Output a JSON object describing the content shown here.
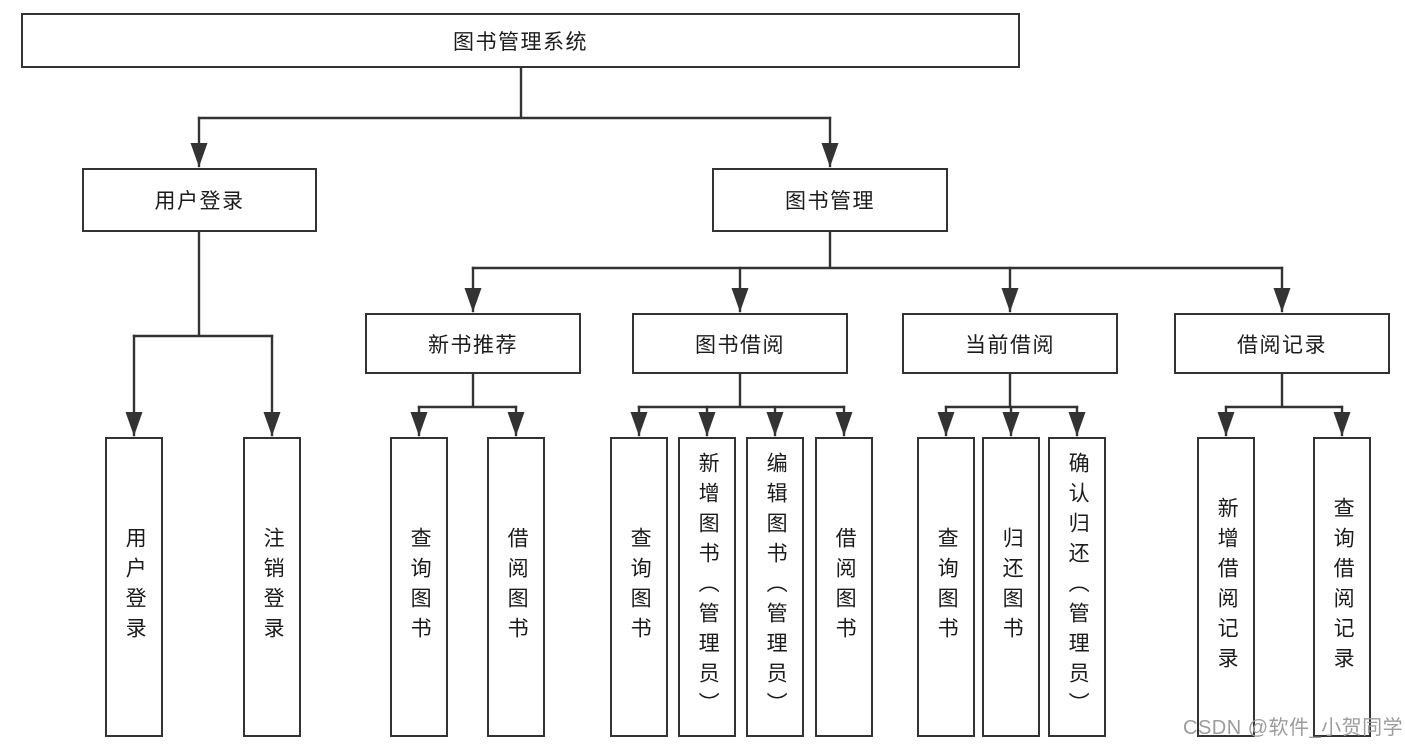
{
  "diagram": {
    "root": "图书管理系统",
    "branches": [
      {
        "label": "用户登录",
        "leaves": [
          "用户登录",
          "注销登录"
        ]
      },
      {
        "label": "图书管理",
        "children": [
          {
            "label": "新书推荐",
            "leaves": [
              "查询图书",
              "借阅图书"
            ]
          },
          {
            "label": "图书借阅",
            "leaves": [
              "查询图书",
              "新增图书（管理员）",
              "编辑图书（管理员）",
              "借阅图书"
            ]
          },
          {
            "label": "当前借阅",
            "leaves": [
              "查询图书",
              "归还图书",
              "确认归还（管理员）"
            ]
          },
          {
            "label": "借阅记录",
            "leaves": [
              "新增借阅记录",
              "查询借阅记录"
            ]
          }
        ]
      }
    ]
  },
  "watermark": "CSDN @软件_小贺同学",
  "colors": {
    "line": "#333333",
    "box_border": "#333333",
    "text": "#1b1b1b",
    "background": "#ffffff",
    "watermark": "#9c9c9c"
  }
}
